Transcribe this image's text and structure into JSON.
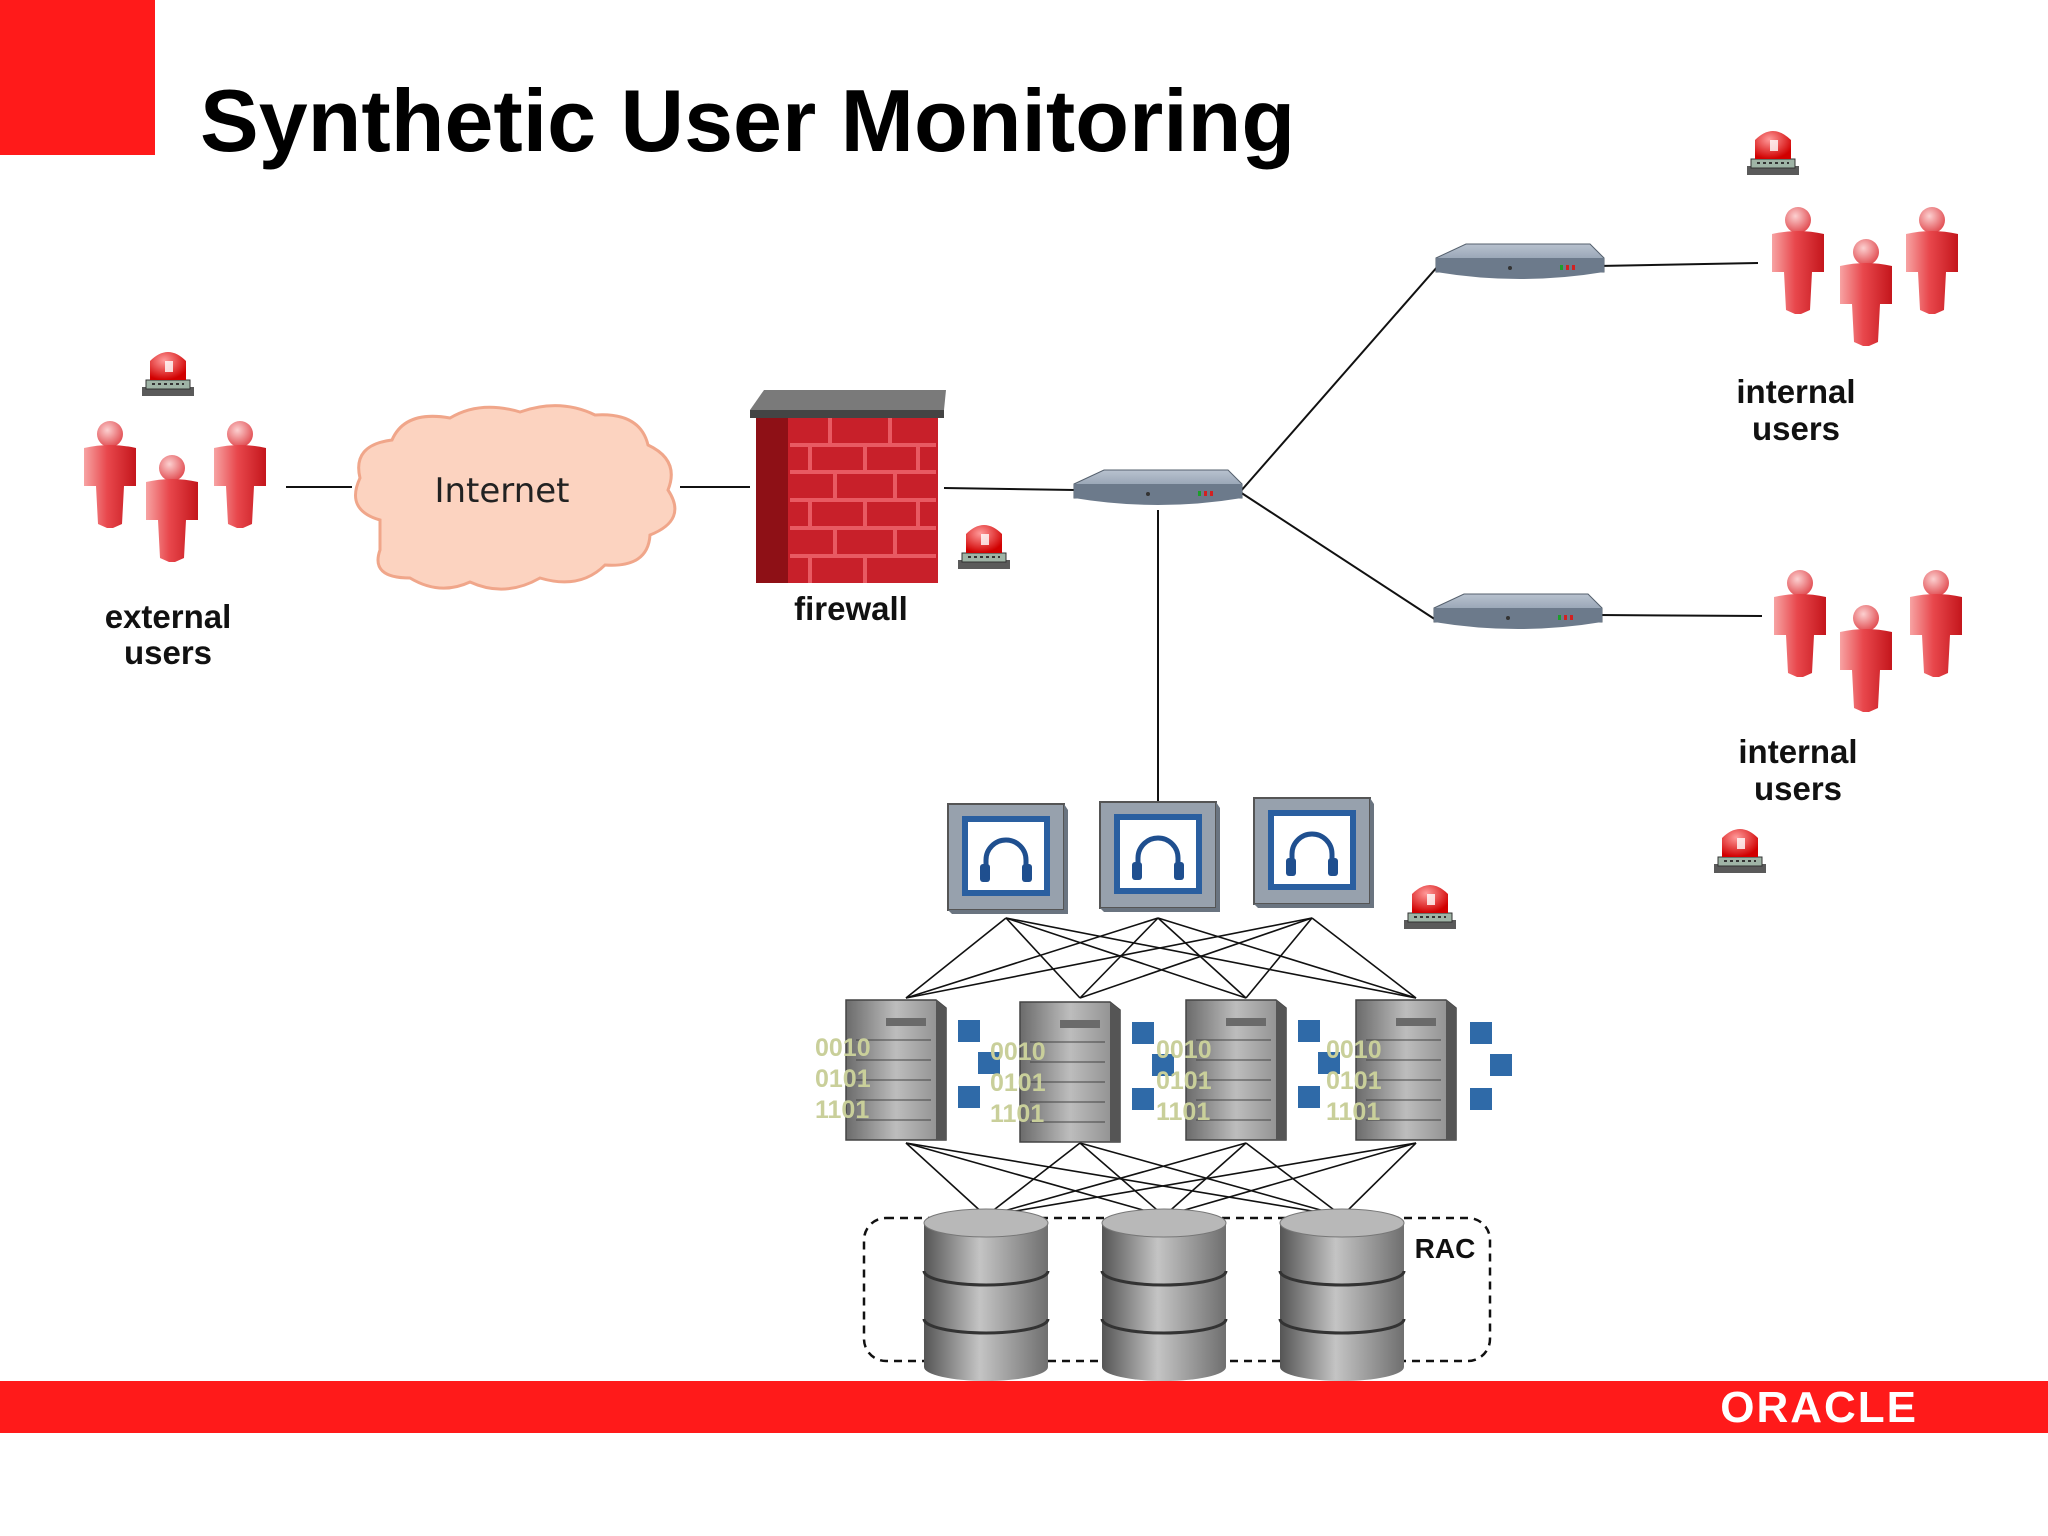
{
  "slide": {
    "title": "Synthetic User Monitoring",
    "accent_color": "#ff1a1a",
    "logo_text": "ORACLE"
  },
  "labels": {
    "external_users": [
      "external",
      "users"
    ],
    "internet": "Internet",
    "firewall": "firewall",
    "internal_users_top": [
      "internal",
      "users"
    ],
    "internal_users_bottom": [
      "internal",
      "users"
    ],
    "rac": "RAC",
    "binary_lines": [
      "0010",
      "0101",
      "1101"
    ]
  },
  "icons": [
    "alarm-beacon-icon",
    "user-group-icon",
    "cloud-icon",
    "firewall-icon",
    "network-switch-icon",
    "monitor-headset-icon",
    "server-icon",
    "database-icon"
  ]
}
